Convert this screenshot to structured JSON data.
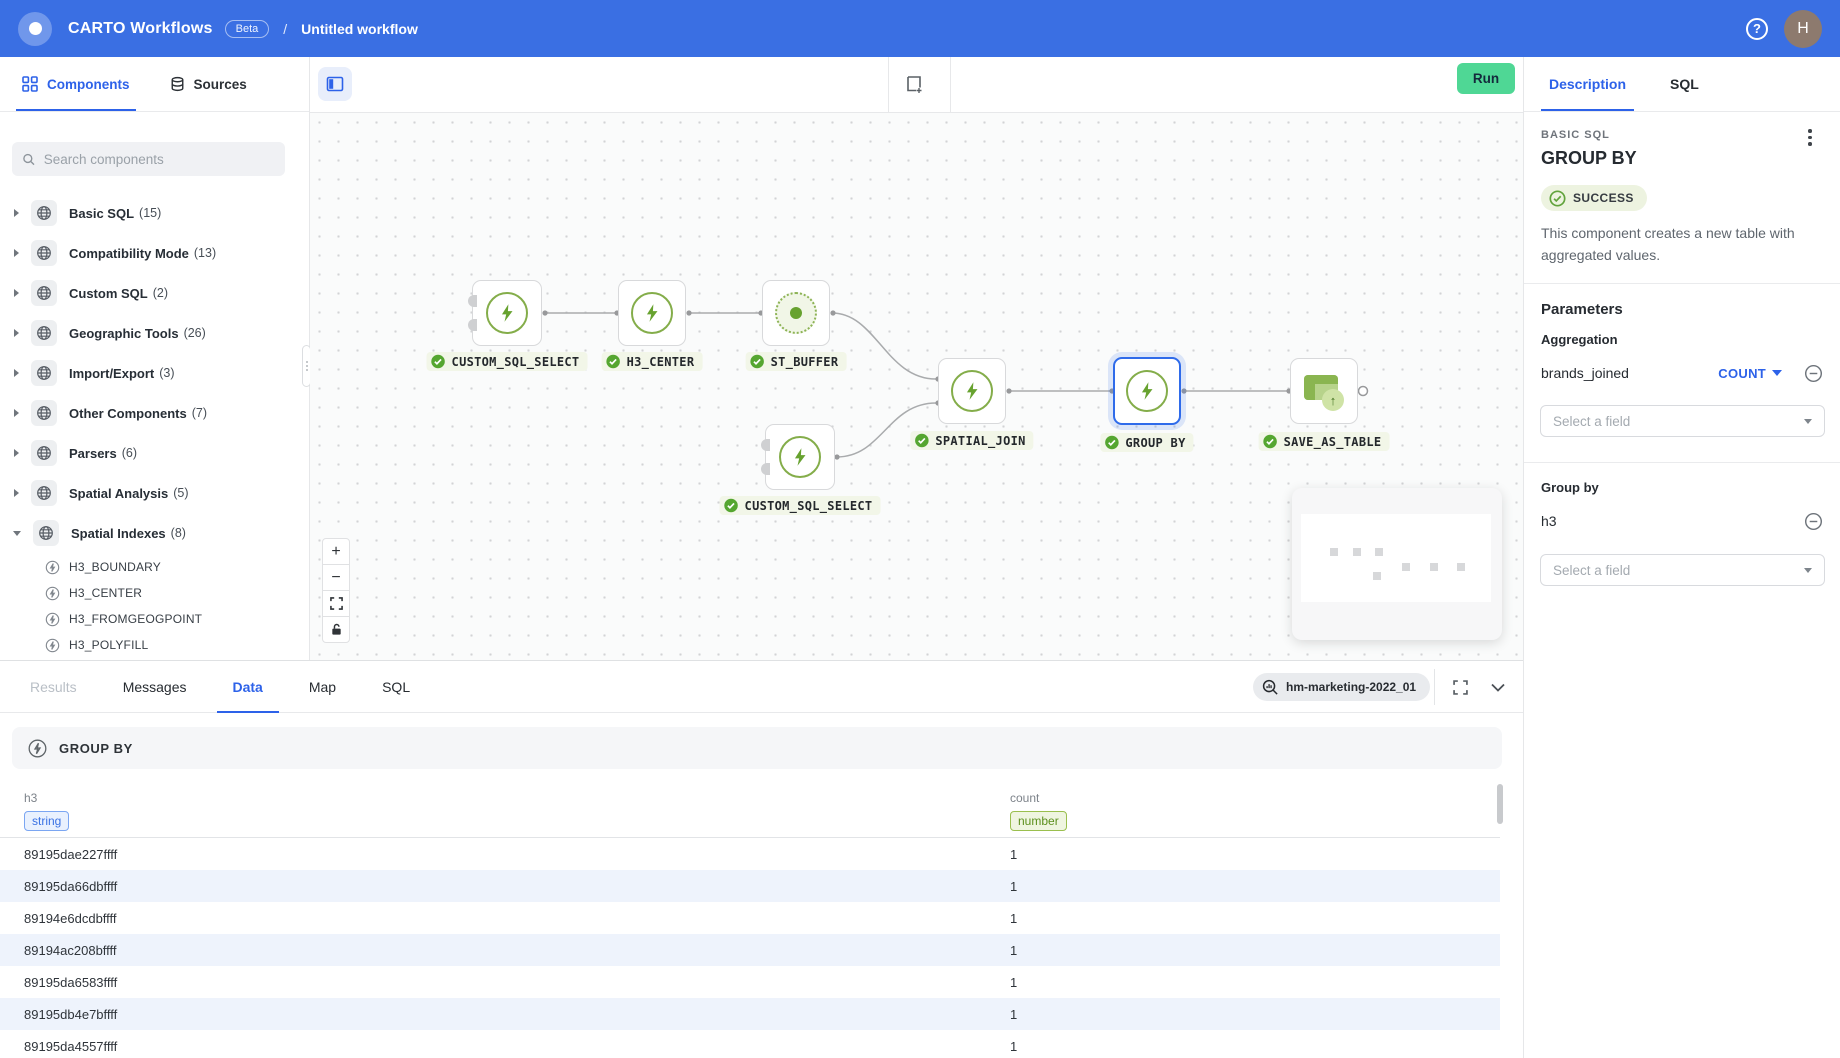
{
  "colors": {
    "header_blue": "#3a6fe3",
    "accent_blue": "#2d62e9",
    "node_green": "#67a22f",
    "run_green": "#4fd795",
    "selected_node_border": "#2f6bea"
  },
  "header": {
    "app_title": "CARTO Workflows",
    "beta_badge": "Beta",
    "separator": "/",
    "workflow_title": "Untitled workflow",
    "avatar_initial": "H"
  },
  "sidebar": {
    "tabs": [
      {
        "label": "Components"
      },
      {
        "label": "Sources"
      }
    ],
    "search_placeholder": "Search components",
    "categories": [
      {
        "label": "Basic SQL",
        "count": "(15)"
      },
      {
        "label": "Compatibility Mode",
        "count": "(13)"
      },
      {
        "label": "Custom SQL",
        "count": "(2)"
      },
      {
        "label": "Geographic Tools",
        "count": "(26)"
      },
      {
        "label": "Import/Export",
        "count": "(3)"
      },
      {
        "label": "Other Components",
        "count": "(7)"
      },
      {
        "label": "Parsers",
        "count": "(6)"
      },
      {
        "label": "Spatial Analysis",
        "count": "(5)"
      },
      {
        "label": "Spatial Indexes",
        "count": "(8)"
      }
    ],
    "spatial_index_items": [
      "H3_BOUNDARY",
      "H3_CENTER",
      "H3_FROMGEOGPOINT",
      "H3_POLYFILL"
    ]
  },
  "canvas": {
    "run_label": "Run",
    "zoom_in_glyph": "+",
    "zoom_out_glyph": "−",
    "nodes": [
      {
        "label": "CUSTOM_SQL_SELECT"
      },
      {
        "label": "H3_CENTER"
      },
      {
        "label": "ST_BUFFER"
      },
      {
        "label": "CUSTOM_SQL_SELECT"
      },
      {
        "label": "SPATIAL_JOIN"
      },
      {
        "label": "GROUP BY"
      },
      {
        "label": "SAVE_AS_TABLE"
      }
    ]
  },
  "inspector": {
    "tabs": [
      {
        "label": "Description"
      },
      {
        "label": "SQL"
      }
    ],
    "category": "BASIC SQL",
    "title": "GROUP BY",
    "status": "SUCCESS",
    "description": "This component creates a new table with aggregated values.",
    "parameters_heading": "Parameters",
    "aggregation_heading": "Aggregation",
    "aggregation_field": "brands_joined",
    "aggregation_fn": "COUNT",
    "aggregation_placeholder": "Select a field",
    "groupby_heading": "Group by",
    "groupby_field": "h3",
    "groupby_placeholder": "Select a field"
  },
  "results_panel": {
    "tabs": [
      {
        "label": "Results"
      },
      {
        "label": "Messages"
      },
      {
        "label": "Data"
      },
      {
        "label": "Map"
      },
      {
        "label": "SQL"
      }
    ],
    "source_badge": "hm-marketing-2022_01",
    "section_title": "GROUP BY",
    "columns": [
      {
        "name": "h3",
        "type": "string"
      },
      {
        "name": "count",
        "type": "number"
      }
    ],
    "rows": [
      {
        "h3": "89195dae227ffff",
        "count": "1"
      },
      {
        "h3": "89195da66dbffff",
        "count": "1"
      },
      {
        "h3": "89194e6dcdbffff",
        "count": "1"
      },
      {
        "h3": "89194ac208bffff",
        "count": "1"
      },
      {
        "h3": "89195da6583ffff",
        "count": "1"
      },
      {
        "h3": "89195db4e7bffff",
        "count": "1"
      },
      {
        "h3": "89195da4557ffff",
        "count": "1"
      }
    ]
  }
}
